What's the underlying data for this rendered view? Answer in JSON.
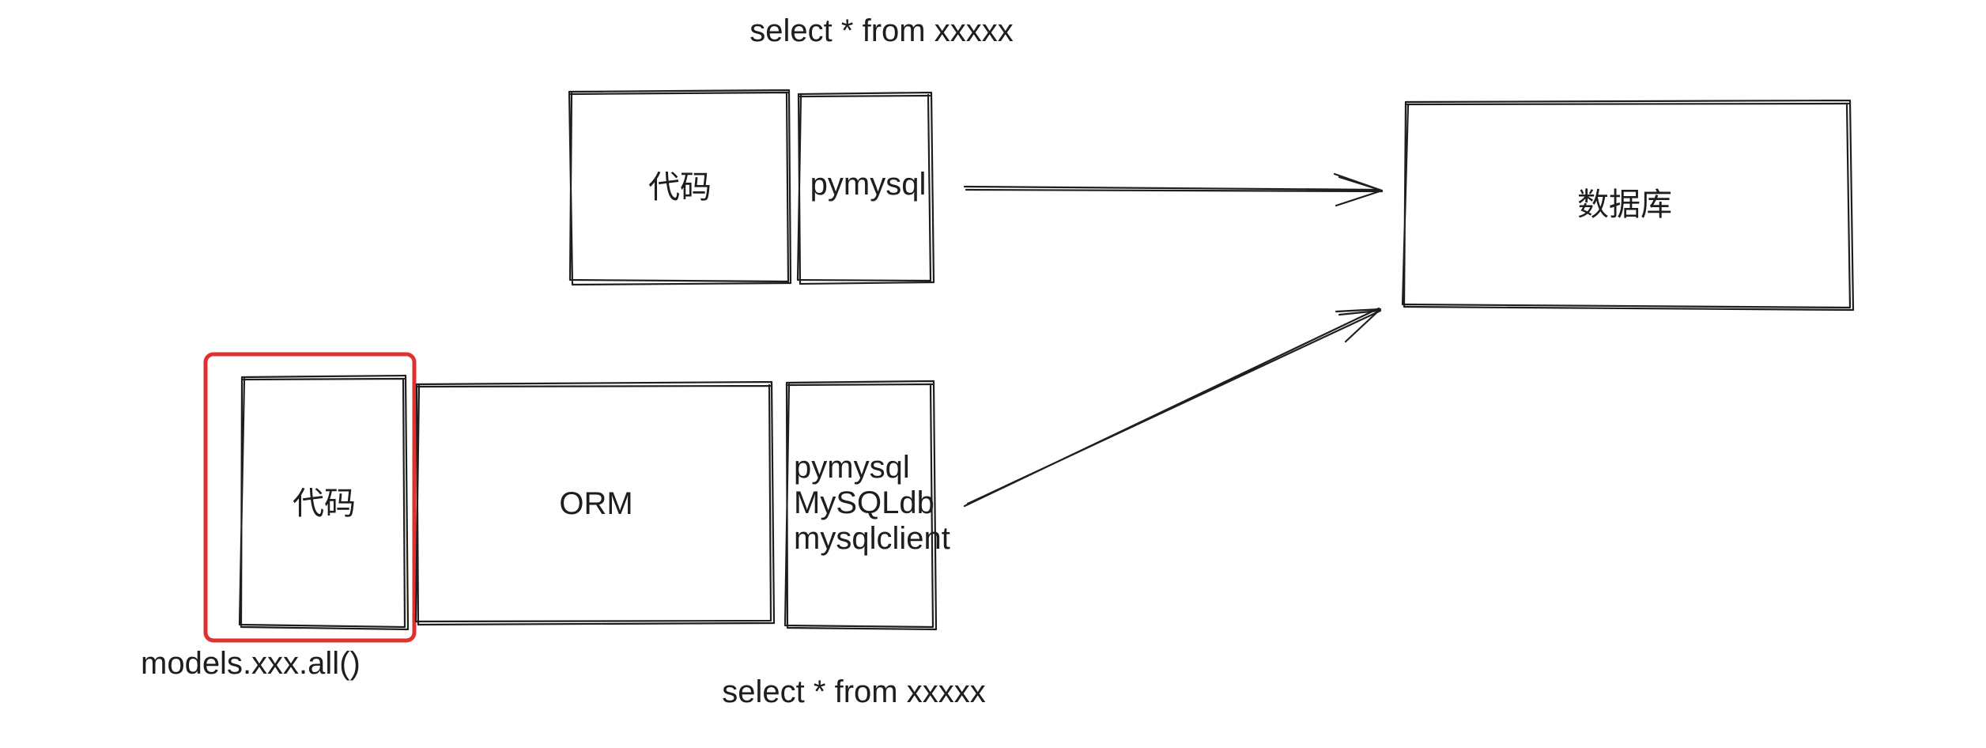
{
  "top_path": {
    "sql_caption": "select * from xxxxx",
    "code_label": "代码",
    "driver_label": "pymysql"
  },
  "bottom_path": {
    "code_label": "代码",
    "orm_label": "ORM",
    "drivers": [
      "pymysql",
      "MySQLdb",
      "mysqlclient"
    ],
    "sql_caption": "select * from xxxxx",
    "orm_call": "models.xxx.all()"
  },
  "database_label": "数据库",
  "colors": {
    "ink": "#1e1e1e",
    "highlight": "#e03131",
    "background": "#ffffff"
  }
}
